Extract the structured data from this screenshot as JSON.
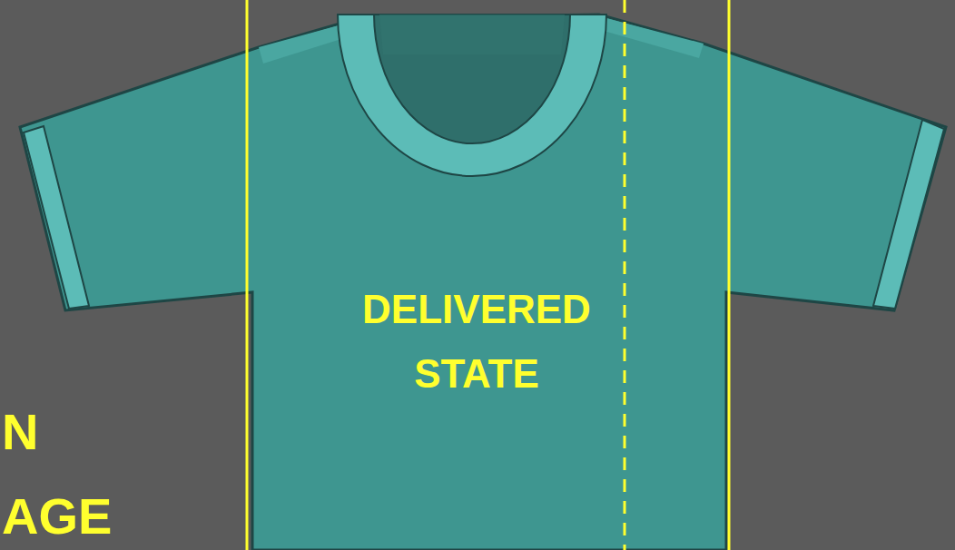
{
  "diagram": {
    "labels": [
      "DELIVERED STATE",
      "N",
      "AGE"
    ]
  }
}
